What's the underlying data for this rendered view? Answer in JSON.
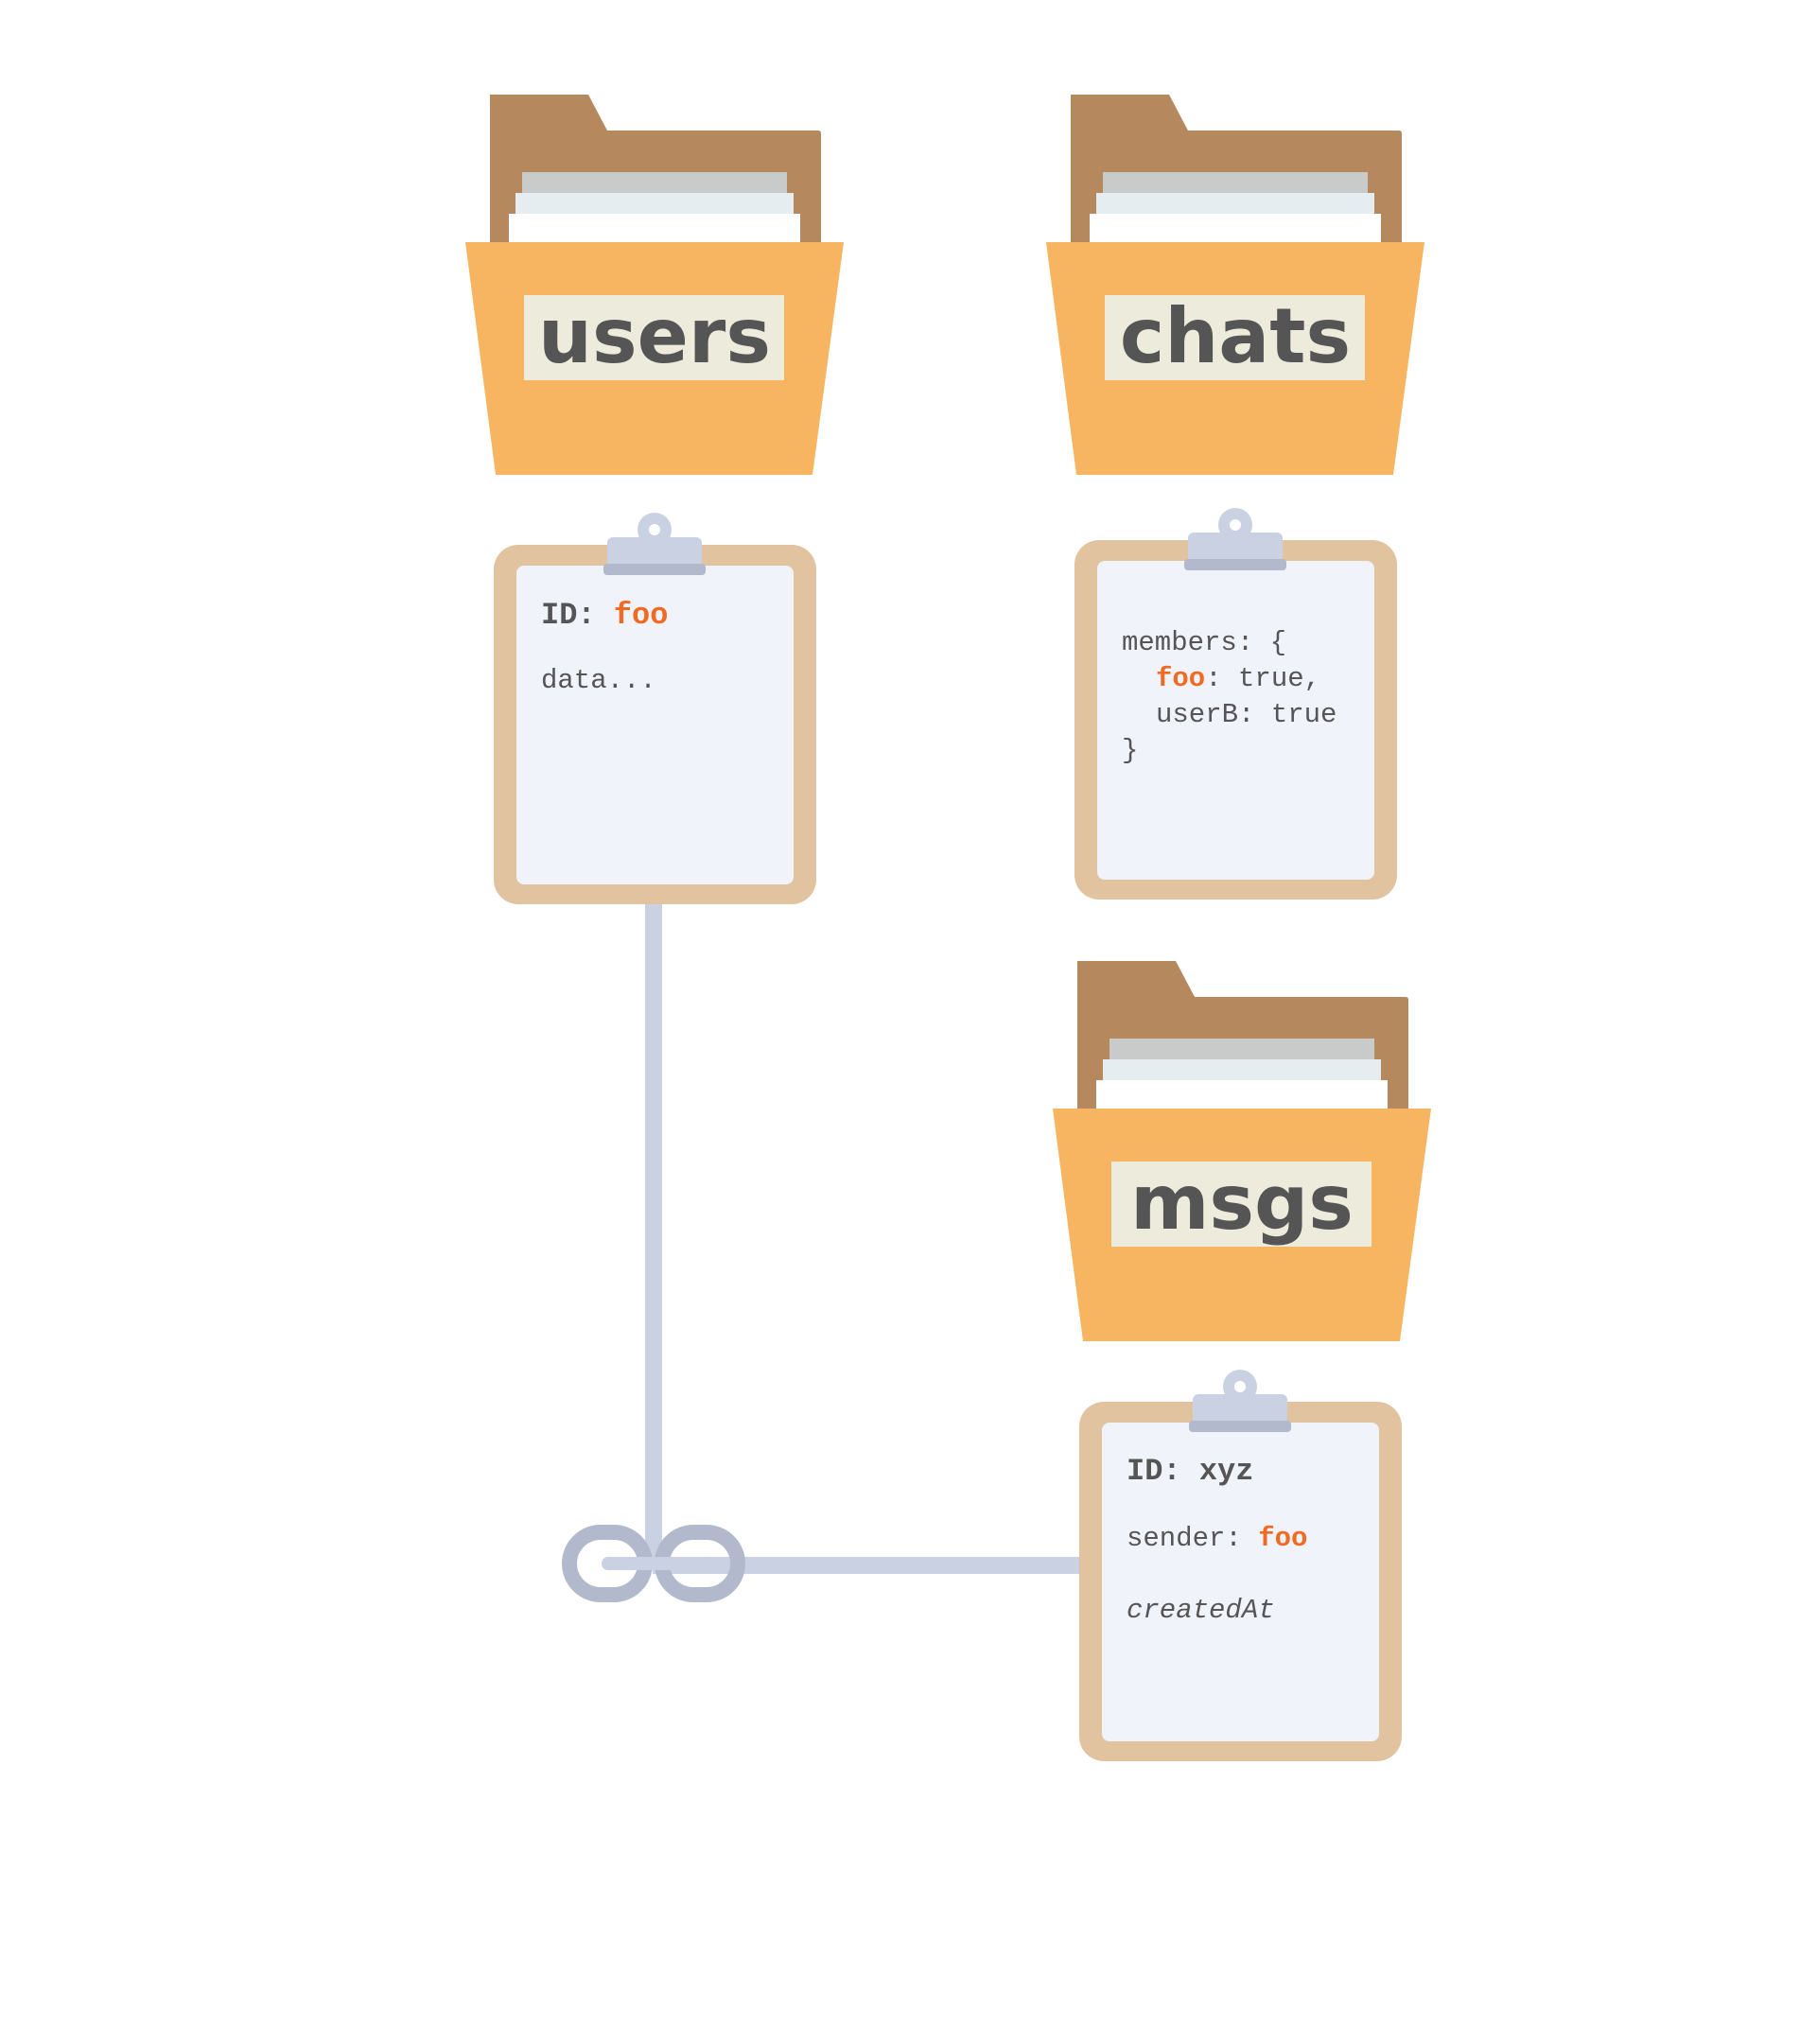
{
  "colors": {
    "folder_back": "#b5895d",
    "folder_front": "#f8b561",
    "folder_label_bg": "#edecdc",
    "paper_1": "#c8cbca",
    "paper_2": "#e6edf0",
    "paper_3": "#ffffff",
    "clipboard_frame": "#e2c39f",
    "clipboard_sheet": "#f0f3fa",
    "clip": "#c9d1e3",
    "link": "#c9d1e3",
    "chain": "#b2b9cc",
    "text": "#555555",
    "highlight": "#f06a24"
  },
  "folders": {
    "users": {
      "label": "users",
      "icon": "folder-icon"
    },
    "chats": {
      "label": "chats",
      "icon": "folder-icon"
    },
    "msgs": {
      "label": "msgs",
      "icon": "folder-icon"
    }
  },
  "docs": {
    "user": {
      "id_key": "ID: ",
      "id_value": "foo",
      "body": "data..."
    },
    "chat": {
      "line1": "members: {",
      "line2_key": "foo",
      "line2_rest": ": true,",
      "line3": "userB: true",
      "line4": "}"
    },
    "msg": {
      "id_line": "ID: xyz",
      "sender_key": "sender: ",
      "sender_value": "foo",
      "created": "createdAt"
    }
  },
  "link": {
    "icon": "chain-link-icon"
  }
}
